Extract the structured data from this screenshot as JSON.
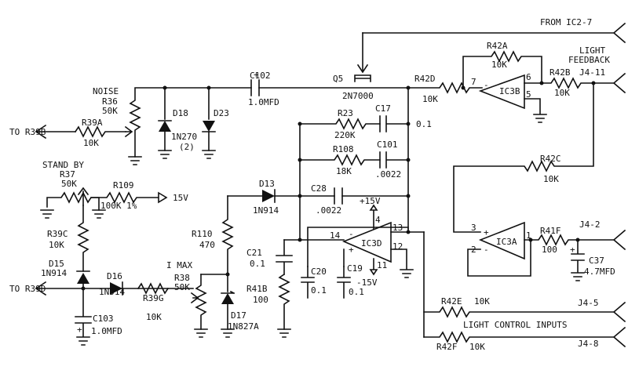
{
  "labels": {
    "from_ic2_7": "FROM IC2-7",
    "light_feedback_1": "LIGHT",
    "light_feedback_2": "FEEDBACK",
    "j4_11": "J4-11",
    "to_r39b": "TO R39B",
    "to_r39d": "TO R39D",
    "noise": "NOISE",
    "stand_by": "STAND BY",
    "i_max": "I MAX",
    "plus15v": "15V",
    "plus15v_b": "+15V",
    "minus15v": "-15V",
    "light_control_inputs": "LIGHT CONTROL INPUTS",
    "j4_5": "J4-5",
    "j4_8": "J4-8",
    "j4_2": "J4-2"
  },
  "components": {
    "r36": {
      "ref": "R36",
      "value": "50K"
    },
    "r37": {
      "ref": "R37",
      "value": "50K"
    },
    "r38": {
      "ref": "R38",
      "value": "50K"
    },
    "r39a": {
      "ref": "R39A",
      "value": "10K"
    },
    "r39c": {
      "ref": "R39C",
      "value": "10K"
    },
    "r39g": {
      "ref": "R39G",
      "value": "10K"
    },
    "r109": {
      "ref": "R109",
      "value": "100K 1%"
    },
    "r110": {
      "ref": "R110",
      "value": "470"
    },
    "r23": {
      "ref": "R23",
      "value": "220K"
    },
    "r108": {
      "ref": "R108",
      "value": "18K"
    },
    "r41b": {
      "ref": "R41B",
      "value": "100"
    },
    "r41f": {
      "ref": "R41F",
      "value": "100"
    },
    "r42a": {
      "ref": "R42A",
      "value": "10K"
    },
    "r42b": {
      "ref": "R42B",
      "value": "10K"
    },
    "r42c": {
      "ref": "R42C",
      "value": "10K"
    },
    "r42d": {
      "ref": "R42D",
      "value": "10K"
    },
    "r42e": {
      "ref": "R42E",
      "value": "10K"
    },
    "r42f": {
      "ref": "R42F",
      "value": "10K"
    },
    "c102": {
      "ref": "C102",
      "value": "1.0MFD"
    },
    "c17": {
      "ref": "C17",
      "value": "0.1"
    },
    "c101": {
      "ref": "C101",
      "value": ".0022"
    },
    "c28": {
      "ref": "C28",
      "value": ".0022"
    },
    "c21": {
      "ref": "C21",
      "value": "0.1"
    },
    "c20": {
      "ref": "C20",
      "value": "0.1"
    },
    "c19": {
      "ref": "C19",
      "value": "0.1"
    },
    "c103": {
      "ref": "C103",
      "value": "1.0MFD"
    },
    "c37": {
      "ref": "C37",
      "value": "4.7MFD"
    },
    "d18": {
      "ref": "D18",
      "value": "1N270",
      "note": "(2)"
    },
    "d23": {
      "ref": "D23"
    },
    "d13": {
      "ref": "D13",
      "value": "1N914"
    },
    "d15": {
      "ref": "D15",
      "value": "1N914"
    },
    "d16": {
      "ref": "D16",
      "value": "1N914"
    },
    "d17": {
      "ref": "D17",
      "value": "1N827A"
    },
    "q5": {
      "ref": "Q5",
      "value": "2N7000"
    },
    "ic3a": {
      "ref": "IC3A"
    },
    "ic3b": {
      "ref": "IC3B"
    },
    "ic3d": {
      "ref": "IC3D"
    }
  },
  "pins": {
    "ic3b_in": "7",
    "ic3b_out": "6",
    "ic3b_ref": "5",
    "ic3d_in": "14",
    "ic3d_out": "13",
    "ic3d_ref": "12",
    "ic3d_vp": "4",
    "ic3d_vn": "11",
    "ic3a_plus": "3",
    "ic3a_minus": "2",
    "ic3a_out": "1"
  },
  "opamp_signs": {
    "plus": "+",
    "minus": "-"
  },
  "polarity": "+"
}
